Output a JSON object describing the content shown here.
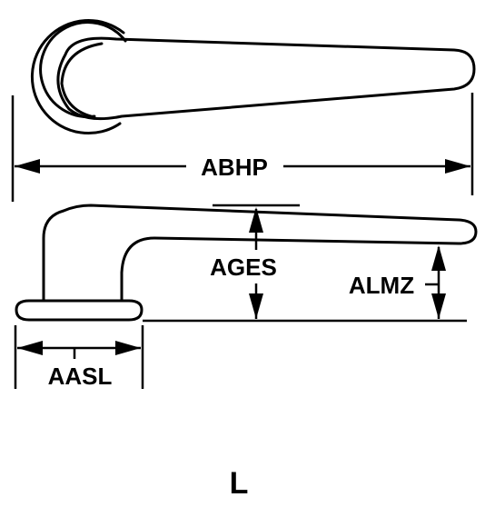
{
  "labels": {
    "overall_length": "ABHP",
    "height": "AGES",
    "lever_height": "ALMZ",
    "base_width": "AASL",
    "view_letter": "L"
  },
  "colors": {
    "ink": "#000000",
    "background": "#ffffff"
  }
}
